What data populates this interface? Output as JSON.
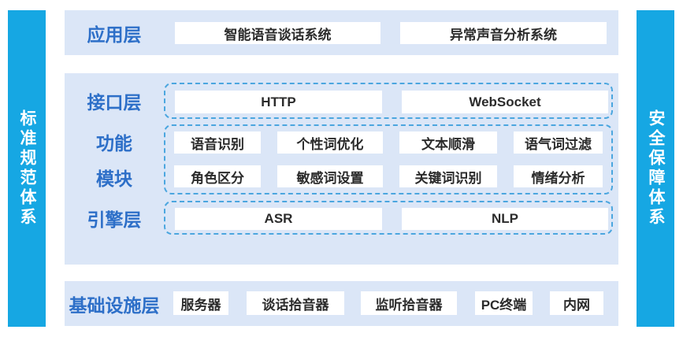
{
  "colors": {
    "pillar": "#16A7E3",
    "panel": "#DBE6F7",
    "label_text": "#2D6FC8",
    "dashed_border": "#4BA6DF",
    "box_text": "#2B2B2B"
  },
  "left_pillar": {
    "label": "标准规范体系"
  },
  "right_pillar": {
    "label": "安全保障体系"
  },
  "layers": {
    "application": {
      "label": "应用层",
      "items": [
        "智能语音谈话系统",
        "异常声音分析系统"
      ]
    },
    "interface": {
      "label": "接口层",
      "items": [
        "HTTP",
        "WebSocket"
      ]
    },
    "function_module": {
      "label_line1": "功能",
      "label_line2": "模块",
      "rows": [
        [
          "语音识别",
          "个性词优化",
          "文本顺滑",
          "语气词过滤"
        ],
        [
          "角色区分",
          "敏感词设置",
          "关键词识别",
          "情绪分析"
        ]
      ]
    },
    "engine": {
      "label": "引擎层",
      "items": [
        "ASR",
        "NLP"
      ]
    },
    "infrastructure": {
      "label": "基础设施层",
      "items": [
        "服务器",
        "谈话拾音器",
        "监听拾音器",
        "PC终端",
        "内网"
      ]
    }
  }
}
